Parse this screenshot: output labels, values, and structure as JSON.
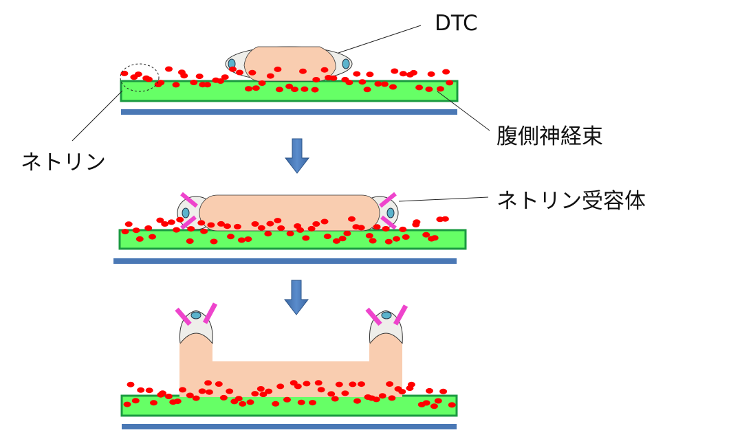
{
  "labels": {
    "dtc": "DTC",
    "ventral_nerve_cord": "腹側神経束",
    "netrin": "ネトリン",
    "netrin_receptor": "ネトリン受容体"
  },
  "colors": {
    "nerve_fill": "#66ff66",
    "nerve_border": "#1a9a40",
    "basement_bar": "#4a78b5",
    "cell_body": "#f9cdb0",
    "cap": "#eeeeea",
    "nucleus": "#5bb3cc",
    "netrin_dot": "#ff0000",
    "receptor": "#ee44cc",
    "arrow": "#4a78b5"
  }
}
